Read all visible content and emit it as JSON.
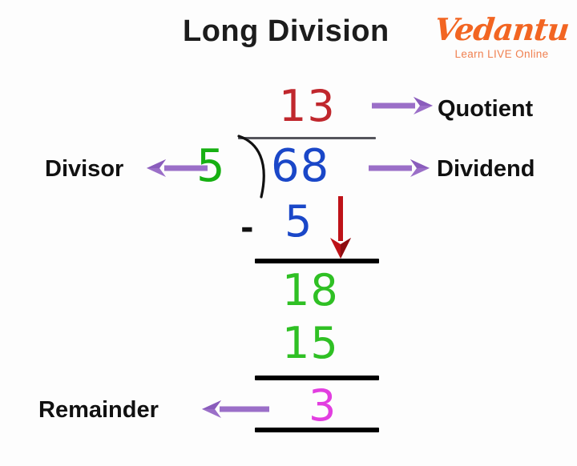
{
  "page": {
    "title": "Long Division",
    "background_color": "#fdfdfd"
  },
  "brand": {
    "name": "Vedantu",
    "tagline": "Learn LIVE Online",
    "logo_color": "#F26522",
    "tagline_color": "#F08050"
  },
  "problem": {
    "quotient": "13",
    "divisor": "5",
    "dividend": "68",
    "subtrahend": "5",
    "minus_sign": "-",
    "partial_dividend": "18",
    "product": "15",
    "remainder": "3"
  },
  "labels": {
    "quotient": "Quotient",
    "divisor": "Divisor",
    "dividend": "Dividend",
    "remainder": "Remainder"
  },
  "colors": {
    "quotient": "#C0272D",
    "divisor": "#16B012",
    "dividend": "#1A47C8",
    "subtrahend": "#1A47C8",
    "partial": "#2FC024",
    "product": "#2FC024",
    "remainder": "#E23EE0",
    "arrow_purple": "#9B6FC8",
    "arrow_red": "#BE1218",
    "rule_black": "#000000",
    "vinculum_gray": "#55555c",
    "label_text": "#111111",
    "title_text": "#1c1c1c"
  },
  "icons": {
    "arrow_quotient": "arrow-right-icon",
    "arrow_divisor": "arrow-left-icon",
    "arrow_dividend": "arrow-right-icon",
    "arrow_bringdown": "arrow-down-icon",
    "arrow_remainder": "arrow-left-icon",
    "division_bracket": "division-bracket-icon"
  }
}
